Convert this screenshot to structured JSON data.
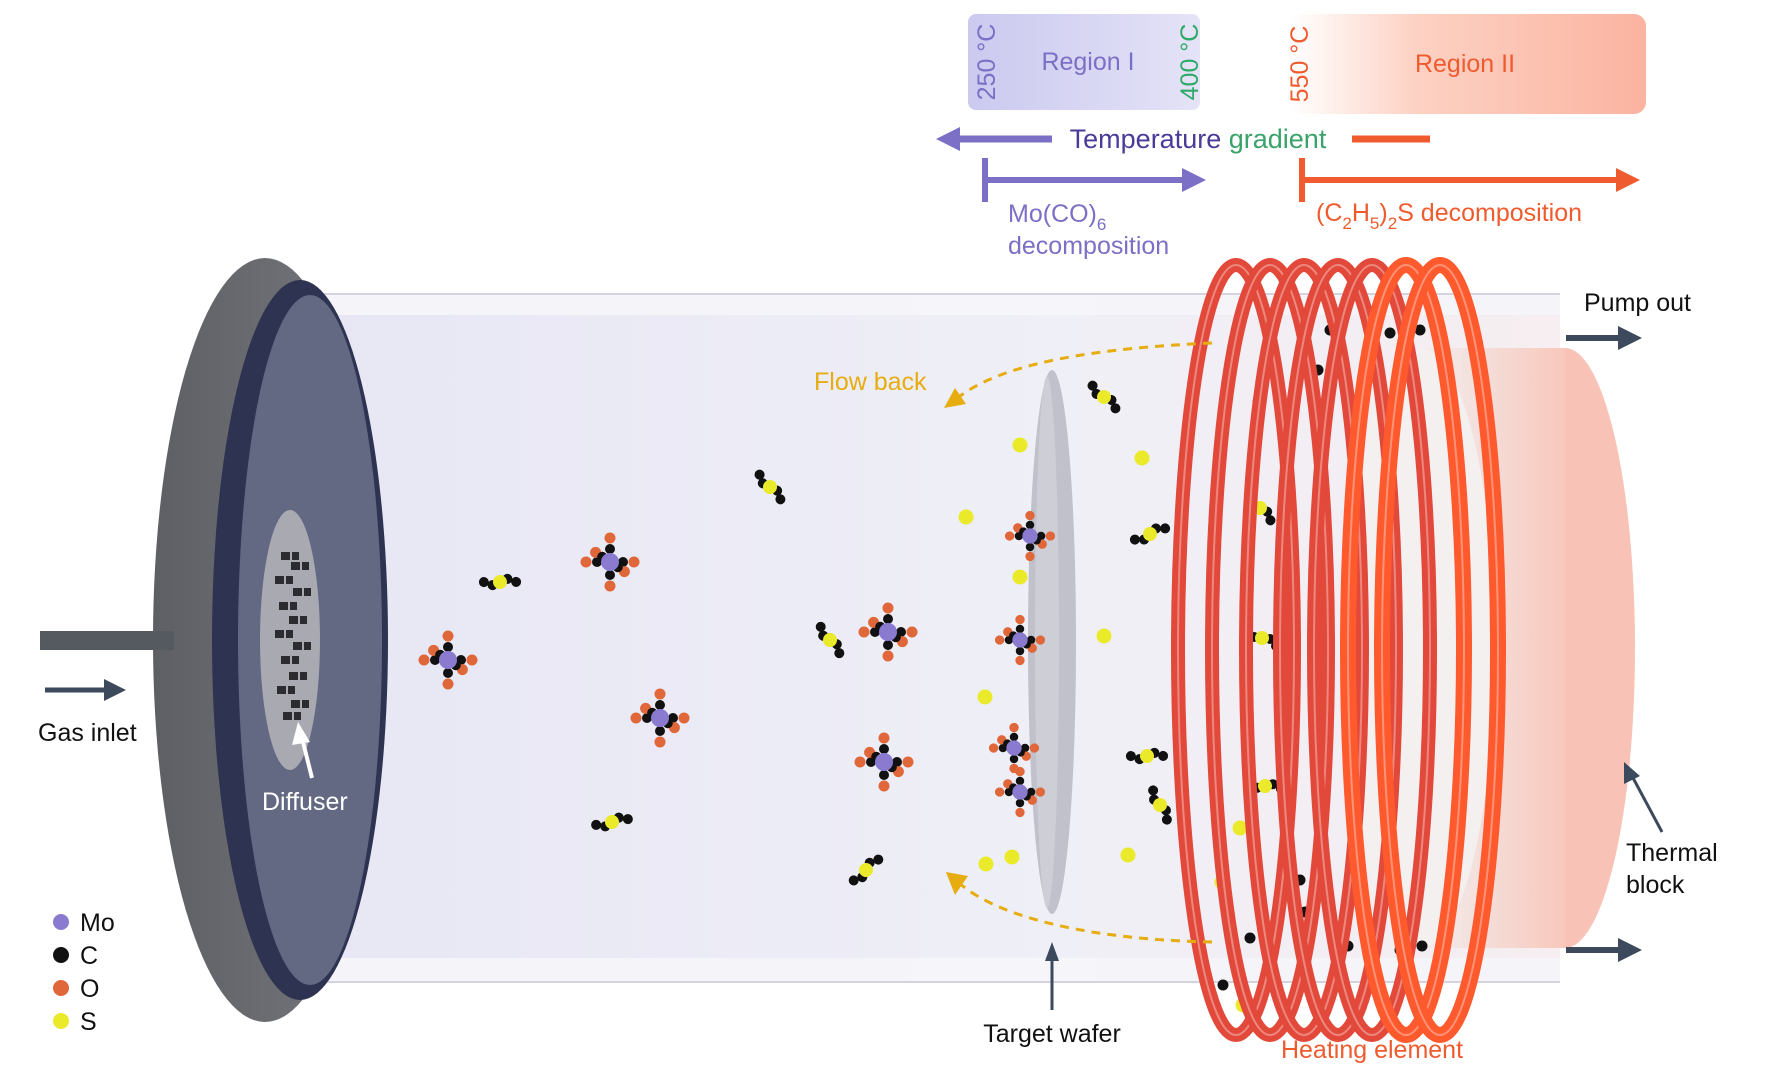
{
  "regions": {
    "region1": {
      "label": "Region I",
      "temp_left": "250 °C",
      "temp_right": "400 °C"
    },
    "region2": {
      "label": "Region II",
      "temp_left": "550 °C"
    }
  },
  "gradient_label_part1": "Temperature",
  "gradient_label_part2": "gradient",
  "mo_decomp": {
    "line1_prefix": "Mo(CO)",
    "line1_sub": "6",
    "line2": "decomposition"
  },
  "s_decomp": {
    "p1": "(C",
    "s1": "2",
    "p2": "H",
    "s2": "5",
    "p3": ")",
    "s3": "2",
    "p4": "S decomposition"
  },
  "labels": {
    "pump_out": "Pump out",
    "flow_back": "Flow back",
    "gas_inlet": "Gas inlet",
    "diffuser": "Diffuser",
    "thermal_block_1": "Thermal",
    "thermal_block_2": "block",
    "target_wafer": "Target wafer",
    "heating_element": "Heating element"
  },
  "legend": [
    {
      "symbol": "Mo",
      "color": "#8a7bd0"
    },
    {
      "symbol": "C",
      "color": "#111111"
    },
    {
      "symbol": "O",
      "color": "#e0673a"
    },
    {
      "symbol": "S",
      "color": "#eaea2a"
    }
  ],
  "colors": {
    "mo": "#8a7bd0",
    "c": "#111111",
    "o": "#e0673a",
    "s": "#eaea2a",
    "region1_text": "#7c6fc6",
    "region2_text": "#ef5b2e",
    "temp250": "#7c6fc6",
    "temp400": "#2eaa66",
    "temp550": "#ef5b2e",
    "arrow_dark": "#3d4a5e",
    "flow": "#e6ac10",
    "heater": "#ff5a2e"
  }
}
